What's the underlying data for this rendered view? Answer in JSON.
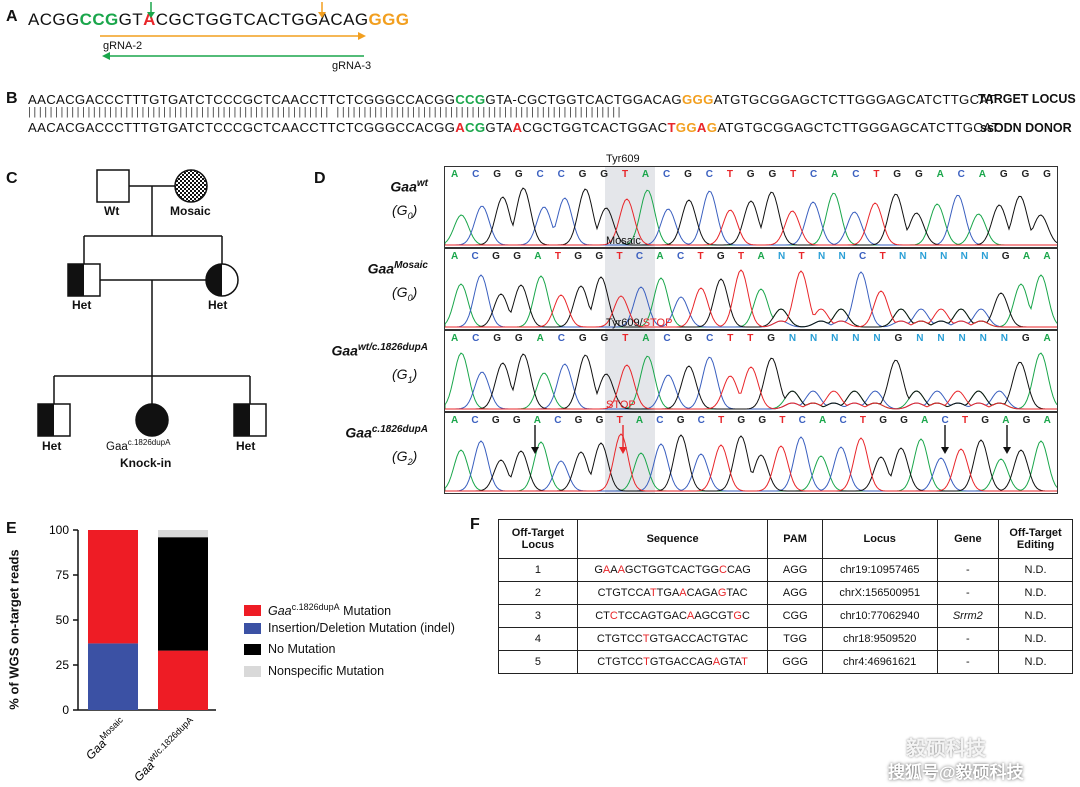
{
  "panel_labels": {
    "a": "A",
    "b": "B",
    "c": "C",
    "d": "D",
    "e": "E",
    "f": "F"
  },
  "panel_a": {
    "seq_parts": [
      {
        "t": "ACGG",
        "c": "plain"
      },
      {
        "t": "CCG",
        "c": "grn"
      },
      {
        "t": "GT",
        "c": "plain"
      },
      {
        "t": "A",
        "c": "red"
      },
      {
        "t": "CGCTGGTCACTGGACAG",
        "c": "plain"
      },
      {
        "t": "GGG",
        "c": "org"
      }
    ],
    "grna2": "gRNA-2",
    "grna3": "gRNA-3",
    "colors": {
      "green": "#1aa64b",
      "orange": "#f29f1f",
      "red": "#e8262a"
    }
  },
  "panel_b": {
    "target_parts": [
      {
        "t": "AACACGACCCTTTGTGATCTCCCGCTCAACCTTCTCGGGCCACGG",
        "c": "plain"
      },
      {
        "t": "CCG",
        "c": "grn"
      },
      {
        "t": "GTA-CGCTGGTCACTGGACAG",
        "c": "plain"
      },
      {
        "t": "GGG",
        "c": "org"
      },
      {
        "t": "ATGTGCGGAGCTCTTGGGAGCATCTTGCAT",
        "c": "plain"
      }
    ],
    "bars": "|||||||||||||||||||||||||||||||||||||||||||||||||||||||| |||||||||||||||||||||||||||||||||||||||||||||||||||||",
    "donor_parts": [
      {
        "t": "AACACGACCCTTTGTGATCTCCCGCTCAACCTTCTCGGGCCACGG",
        "c": "plain"
      },
      {
        "t": "A",
        "c": "red"
      },
      {
        "t": "CG",
        "c": "grn"
      },
      {
        "t": "GTA",
        "c": "plain"
      },
      {
        "t": "A",
        "c": "red"
      },
      {
        "t": "CGCTGGTCACTGGAC",
        "c": "plain"
      },
      {
        "t": "T",
        "c": "red"
      },
      {
        "t": "GG",
        "c": "org"
      },
      {
        "t": "A",
        "c": "red"
      },
      {
        "t": "G",
        "c": "org"
      },
      {
        "t": "ATGTGCGGAGCTCTTGGGAGCATCTTGCAT",
        "c": "plain"
      }
    ],
    "target_label": "TARGET LOCUS",
    "donor_label": "ssODN DONOR"
  },
  "panel_c": {
    "wt": "Wt",
    "mosaic": "Mosaic",
    "het": "Het",
    "ki_gene": "Gaa",
    "ki_sup": "c.1826dupA",
    "ki_label": "Knock-in"
  },
  "panel_d": {
    "tracks": [
      {
        "gene": "Gaa",
        "sup": "wt",
        "gen": "G",
        "gensub": "0",
        "title": "Tyr609",
        "title_red": "",
        "bases": "ACGGCCGGTACGCTGGTCACTGGACAGGG"
      },
      {
        "gene": "Gaa",
        "sup": "Mosaic",
        "gen": "G",
        "gensub": "0",
        "title": "Mosaic",
        "title_red": "",
        "bases": "ACGGATGGTCACTGTANTNNCTNNNNNGAA"
      },
      {
        "gene": "Gaa",
        "sup": "wt/c.1826dupA",
        "gen": "G",
        "gensub": "1",
        "title": "Tyr609/",
        "title_red": "STOP",
        "bases": "ACGGACGGTACGCTTGNNNNNGNNNNNGA"
      },
      {
        "gene": "Gaa",
        "sup": "c.1826dupA",
        "gen": "G",
        "gensub": "2",
        "title": "",
        "title_red": "STOP",
        "bases": "ACGGACGGTACGCTGGTCACTGGACTGAGA"
      }
    ],
    "base_colors": {
      "A": "#1aa64b",
      "C": "#3a5fbf",
      "G": "#222222",
      "T": "#e8262a",
      "N": "#2a9fd6"
    }
  },
  "chart_data": {
    "type": "bar",
    "stacked": true,
    "ylabel": "% of WGS on-target reads",
    "ylim": [
      0,
      100
    ],
    "yticks": [
      0,
      25,
      50,
      75,
      100
    ],
    "categories": [
      {
        "gene": "Gaa",
        "sup": "Mosaic"
      },
      {
        "gene": "Gaa",
        "sup": "wt/c.1826dupA"
      }
    ],
    "series": [
      {
        "name": "Insertion/Deletion Mutation (indel)",
        "color": "#3b51a4",
        "values": [
          37,
          0
        ]
      },
      {
        "name_gene": "Gaa",
        "name_sup": "c.1826dupA",
        "name_rest": " Mutation",
        "color": "#ee1c25",
        "values": [
          63,
          33
        ]
      },
      {
        "name": "No Mutation",
        "color": "#000000",
        "values": [
          0,
          63
        ]
      },
      {
        "name": "Nonspecific Mutation",
        "color": "#d9d9d9",
        "values": [
          0,
          4
        ]
      }
    ]
  },
  "panel_f": {
    "headers": [
      "Off-Target Locus",
      "Sequence",
      "PAM",
      "Locus",
      "Gene",
      "Off-Target Editing"
    ],
    "rows": [
      {
        "n": "1",
        "seq": [
          [
            "G",
            ""
          ],
          [
            "A",
            "r"
          ],
          [
            "A",
            ""
          ],
          [
            "A",
            "r"
          ],
          [
            "GCTGGTCACTGG",
            ""
          ],
          [
            "C",
            "r"
          ],
          [
            "CAG",
            ""
          ]
        ],
        "pam": "AGG",
        "locus": "chr19:10957465",
        "gene": "-",
        "edit": "N.D."
      },
      {
        "n": "2",
        "seq": [
          [
            "CTGTCCA",
            ""
          ],
          [
            "T",
            "r"
          ],
          [
            "TGA",
            ""
          ],
          [
            "A",
            "r"
          ],
          [
            "CAGA",
            ""
          ],
          [
            "G",
            "r"
          ],
          [
            "TAC",
            ""
          ]
        ],
        "pam": "AGG",
        "locus": "chrX:156500951",
        "gene": "-",
        "edit": "N.D."
      },
      {
        "n": "3",
        "seq": [
          [
            "CT",
            ""
          ],
          [
            "C",
            "r"
          ],
          [
            "TCCAGTGAC",
            ""
          ],
          [
            "A",
            "r"
          ],
          [
            "AGCGT",
            ""
          ],
          [
            "G",
            "r"
          ],
          [
            "C",
            ""
          ]
        ],
        "pam": "CGG",
        "locus": "chr10:77062940",
        "gene": "Srrm2",
        "edit": "N.D."
      },
      {
        "n": "4",
        "seq": [
          [
            "CTGTCC",
            ""
          ],
          [
            "T",
            "r"
          ],
          [
            "GTGACCA",
            ""
          ],
          [
            "CT",
            ""
          ],
          [
            "GTAC",
            ""
          ]
        ],
        "pam": "TGG",
        "locus": "chr18:9509520",
        "gene": "-",
        "edit": "N.D."
      },
      {
        "n": "5",
        "seq": [
          [
            "CTGTCC",
            ""
          ],
          [
            "T",
            "r"
          ],
          [
            "GTGACCAG",
            ""
          ],
          [
            "A",
            "r"
          ],
          [
            "GTA",
            ""
          ],
          [
            "T",
            "r"
          ]
        ],
        "pam": "GGG",
        "locus": "chr4:46961621",
        "gene": "-",
        "edit": "N.D."
      }
    ]
  },
  "watermark": {
    "line1": "毅硕科技",
    "line2": "搜狐号@毅硕科技"
  }
}
